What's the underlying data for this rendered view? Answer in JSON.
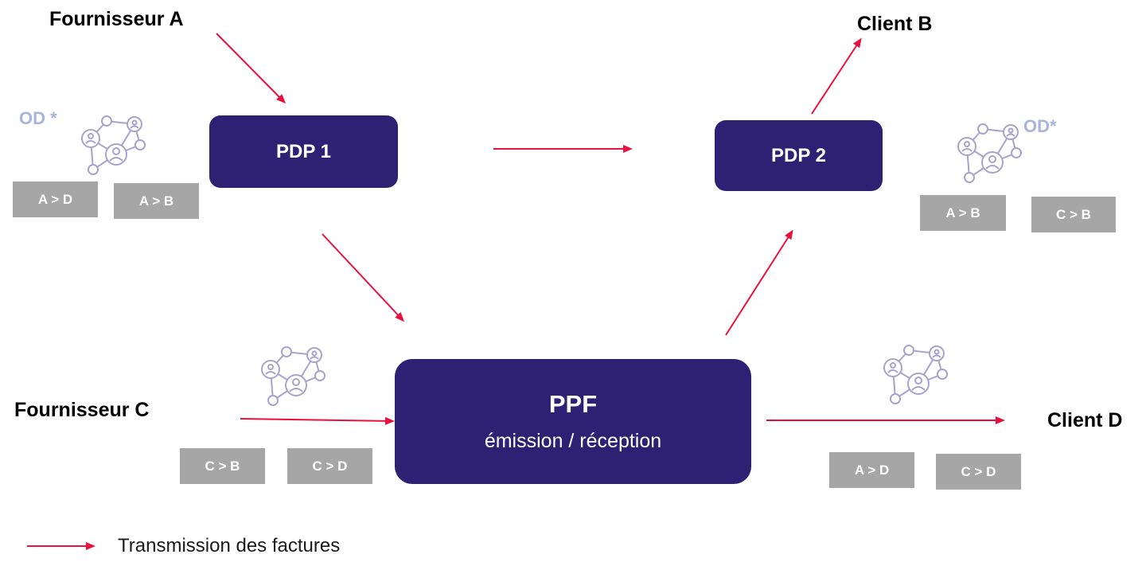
{
  "labels": {
    "fournisseur_a": "Fournisseur A",
    "fournisseur_c": "Fournisseur C",
    "client_b": "Client B",
    "client_d": "Client D",
    "od_left": "OD *",
    "od_right": "OD*"
  },
  "nodes": {
    "pdp1": "PDP 1",
    "pdp2": "PDP 2",
    "ppf_title": "PPF",
    "ppf_sub": "émission / réception"
  },
  "tags": {
    "pdp1_left": "A > D",
    "pdp1_right": "A > B",
    "pdp2_left": "A > B",
    "pdp2_right": "C > B",
    "fc_left": "C > B",
    "fc_right": "C > D",
    "cd_left": "A > D",
    "cd_right": "C > D"
  },
  "legend": {
    "text": "Transmission des factures"
  },
  "colors": {
    "node": "#2e2174",
    "arrow": "#e8103c",
    "tag": "#a6a6a6",
    "network_icon": "#a9a2cc",
    "od_text": "#a9b4dc"
  },
  "icons": [
    "network-icon"
  ]
}
